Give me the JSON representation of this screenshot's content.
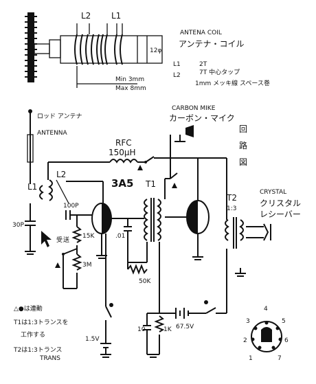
{
  "coil_detail": {
    "title_en": "ANTENA COIL",
    "title_jp": "アンテナ・コイル",
    "l2_label": "L2",
    "l1_label": "L1",
    "diameter": "12φ",
    "min_gap": "Min 3mm",
    "max_gap": "Max 8mm",
    "l1_spec_name": "L1",
    "l1_spec": "2T",
    "l2_spec_name": "L2",
    "l2_spec": "7T 中心タップ",
    "wire_spec": "1mm メッキ線 スペース巻"
  },
  "title_vertical": [
    "回",
    "路",
    "図"
  ],
  "labels": {
    "antenna_jp": "ロッド\nアンテナ",
    "antenna_en": "ANTENNA",
    "carbon_mike_en": "CARBON MIKE",
    "carbon_mike_jp": "カーボン・マイク",
    "rfc": "RFC",
    "rfc_value": "150μH",
    "tube": "3A5",
    "t1": "T1",
    "t2": "T2",
    "t2_ratio": "1:3",
    "crystal_en": "CRYSTAL",
    "crystal_jp1": "クリスタル",
    "crystal_jp2": "レシーバー",
    "l1": "L1",
    "l2": "L2",
    "c_30p": "30P",
    "c_100p": "100P",
    "r_15k": "15K",
    "r_3m": "3M",
    "sw_recv": "受",
    "sw_send": "送",
    "c_01": ".01",
    "r_50k": "50K",
    "c_10": "10",
    "r_1k": "1K",
    "batt_675": "67.5V",
    "batt_15": "1.5V",
    "socket_pins": [
      "1",
      "2",
      "3",
      "4",
      "5",
      "6",
      "7"
    ]
  },
  "notes": {
    "line1": "△●は連動",
    "line2": "T1は1:3トランスを",
    "line3": "工作する",
    "line4": "T2は1:3トランス",
    "line5": "TRANS"
  }
}
